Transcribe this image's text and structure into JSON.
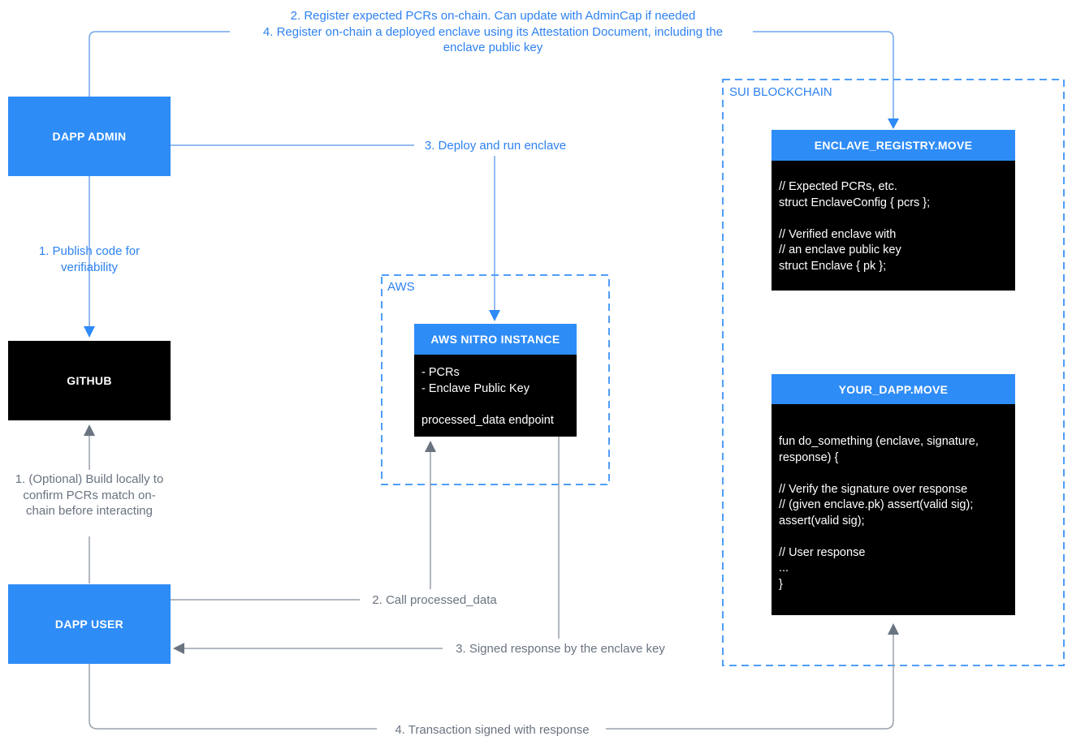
{
  "colors": {
    "box_blue": "#2E8CF7",
    "box_black": "#000000",
    "dashed_border_blue": "#4F9DF9",
    "connector_blue": "#6FA5EF",
    "arrowhead_blue": "#2E8BF6",
    "connector_gray": "#9AA1AB",
    "arrowhead_gray": "#6A7380",
    "label_blue": "#2E82F0",
    "label_gray": "#6A7380"
  },
  "nodes": {
    "dapp_admin": {
      "label": "DAPP ADMIN"
    },
    "github": {
      "label": "GITHUB"
    },
    "dapp_user": {
      "label": "DAPP USER"
    },
    "aws_group": {
      "label": "AWS"
    },
    "sui_group": {
      "label": "SUI BLOCKCHAIN"
    },
    "aws_nitro": {
      "title": "AWS NITRO INSTANCE",
      "lines": [
        "- PCRs",
        "- Enclave Public Key",
        "",
        "processed_data endpoint"
      ]
    },
    "enclave_registry": {
      "title": "ENCLAVE_REGISTRY.MOVE",
      "lines": [
        "// Expected PCRs, etc.",
        "struct EnclaveConfig { pcrs };",
        "",
        "// Verified enclave with",
        "// an enclave public key",
        "struct Enclave { pk };"
      ]
    },
    "your_dapp": {
      "title": "YOUR_DAPP.MOVE",
      "lines": [
        "fun do_something (enclave, signature,",
        "response) {",
        "",
        "// Verify the signature over response",
        "// (given enclave.pk) assert(valid sig);",
        "assert(valid sig);",
        "",
        "// User response",
        "...",
        "}"
      ]
    }
  },
  "flows": {
    "register_top": {
      "lines": [
        "2. Register expected PCRs on-chain. Can update with AdminCap if needed",
        "4. Register on-chain a deployed enclave using its Attestation Document, including the",
        "enclave public key"
      ]
    },
    "publish_code": "1. Publish code for verifiability",
    "deploy_enclave": "3. Deploy and run enclave",
    "optional_build": "1. (Optional) Build locally to confirm PCRs match on-chain before interacting",
    "call_processed_data": "2. Call processed_data",
    "signed_response": "3. Signed response by the enclave key",
    "transaction_signed": "4. Transaction signed with response"
  }
}
